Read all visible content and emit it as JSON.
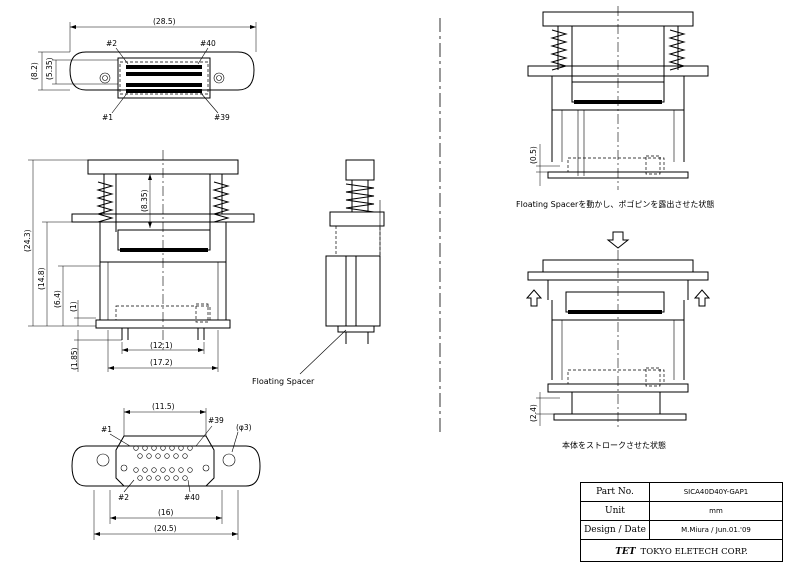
{
  "top_view": {
    "dim_width": "(28.5)",
    "dim_height_outer": "(8.2)",
    "dim_height_inner": "(5.35)",
    "pin_top_left": "#2",
    "pin_top_right": "#40",
    "pin_bottom_left": "#1",
    "pin_bottom_right": "#39"
  },
  "side_view": {
    "dim_total_height": "(24.3)",
    "dim_middle": "(14.8)",
    "dim_lower": "(6.4)",
    "dim_small": "(1)",
    "dim_spring": "(8.35)",
    "dim_pin": "(1.85)",
    "dim_width_inner": "(12.1)",
    "dim_width_outer": "(17.2)"
  },
  "floating_spacer_label": "Floating Spacer",
  "bottom_view": {
    "dim_top": "(11.5)",
    "dim_hole": "(φ3)",
    "dim_mid": "(16)",
    "dim_bottom": "(20.5)",
    "pin_top_left": "#1",
    "pin_top_right": "#39",
    "pin_bottom_left": "#2",
    "pin_bottom_right": "#40"
  },
  "state_views": {
    "upper_dim": "(0.5)",
    "upper_caption": "Floating Spacerを動かし、ポゴピンを露出させた状態",
    "lower_dim": "(2.4)",
    "lower_caption": "本体をストロークさせた状態"
  },
  "title_block": {
    "part_no_label": "Part No.",
    "part_no_value": "SICA40D40Y-GAP1",
    "unit_label": "Unit",
    "unit_value": "mm",
    "design_label": "Design / Date",
    "design_value": "M.Miura / Jun.01.'09",
    "company_logo": "TET",
    "company_name": "TOKYO ELETECH CORP."
  }
}
